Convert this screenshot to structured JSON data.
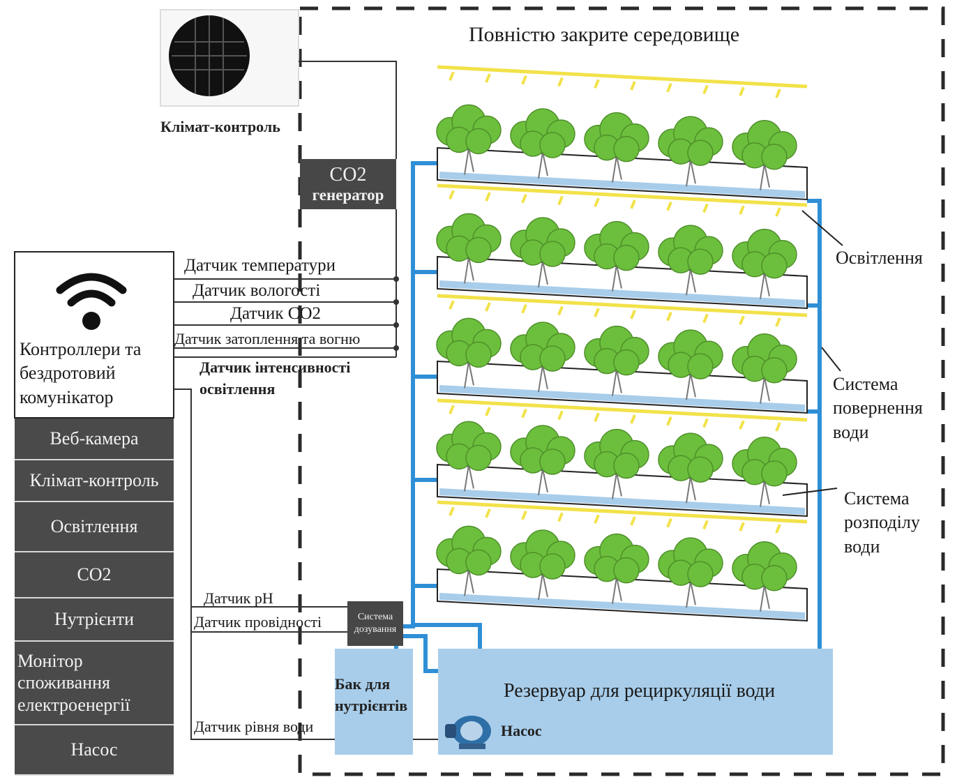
{
  "title": "Повністю закрите середовище",
  "climate_unit": {
    "label": "Клімат-контроль"
  },
  "co2_generator": {
    "line1": "CO2",
    "line2": "генератор"
  },
  "controller": {
    "label": "Контроллери та\nбездротовий\nкомунікатор",
    "icon": "wifi-icon",
    "items": [
      "Веб-камера",
      "Клімат-контроль",
      "Освітлення",
      "CO2",
      "Нутрієнти",
      "Монітор\nспоживання\nелектроенергії",
      "Насос"
    ]
  },
  "sensors_upper": [
    "Датчик температури",
    "Датчик вологості",
    "Датчик CO2",
    "Датчик затоплення та вогню",
    "Датчик інтенсивності\nосвітлення"
  ],
  "sensors_lower": [
    "Датчик pH",
    "Датчик провідності",
    "Датчик рівня води"
  ],
  "dosing": {
    "label": "Система\nдозування"
  },
  "nutrient_tank": {
    "label": "Бак для\nнутрієнтів"
  },
  "reservoir": {
    "label": "Резервуар для рециркуляції води"
  },
  "pump": {
    "label": "Насос",
    "icon": "pump-icon"
  },
  "callouts": {
    "lighting": "Освітлення",
    "return": "Система\nповернення\nводи",
    "distribution": "Система\nрозподілу\nводи"
  },
  "colors": {
    "water_pipe": "#2f8fd6",
    "tank": "#a8cdea",
    "light": "#f2e24a",
    "plant": "#6cbf3c",
    "dark_panel": "#4a4a4a"
  }
}
